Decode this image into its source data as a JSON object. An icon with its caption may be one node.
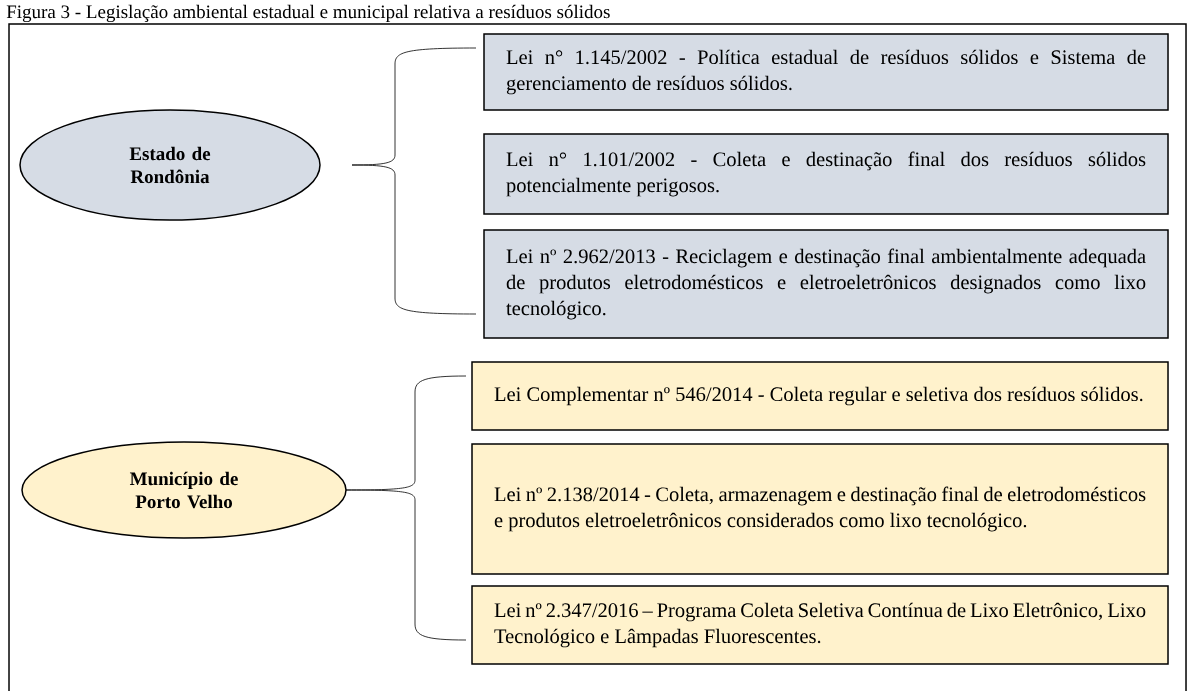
{
  "diagram": {
    "title": "Figura 3 - Legislação ambiental estadual e municipal relativa a resíduos sólidos",
    "nodes": [
      {
        "text": [
          "Estado de Rondônia"
        ]
      },
      {
        "text": [
          "Lei n° 1.145/2002 - Política estadual de resíduos sólidos e Sistema de gerenciamento de resíduos sólidos."
        ]
      },
      {
        "text": [
          "Lei n° 1.101/2002 - Coleta e destinação final dos resíduos sólidos potencialmente perigosos."
        ]
      },
      {
        "text": [
          "Lei nº 2.962/2013 - Reciclagem e destinação final ambientalmente adequada de produtos eletrodomésticos e eletroeletrônicos designados como lixo tecnológico."
        ]
      },
      {
        "text": [
          "Município de Porto Velho"
        ]
      },
      {
        "text": [
          "Lei Complementar nº 546/2014 - Coleta regular e seletiva dos resíduos sólidos."
        ]
      },
      {
        "text": [
          "Lei nº 2.138/2014 - Coleta, armazenagem e destinação final de eletrodomésticos e produtos eletroeletrônicos considerados como lixo tecnológico."
        ]
      },
      {
        "text": [
          "Lei nº 2.347/2016 – Programa Coleta Seletiva Contínua de Lixo Eletrônico, Lixo Tecnológico e Lâmpadas Fluorescentes."
        ]
      }
    ]
  }
}
